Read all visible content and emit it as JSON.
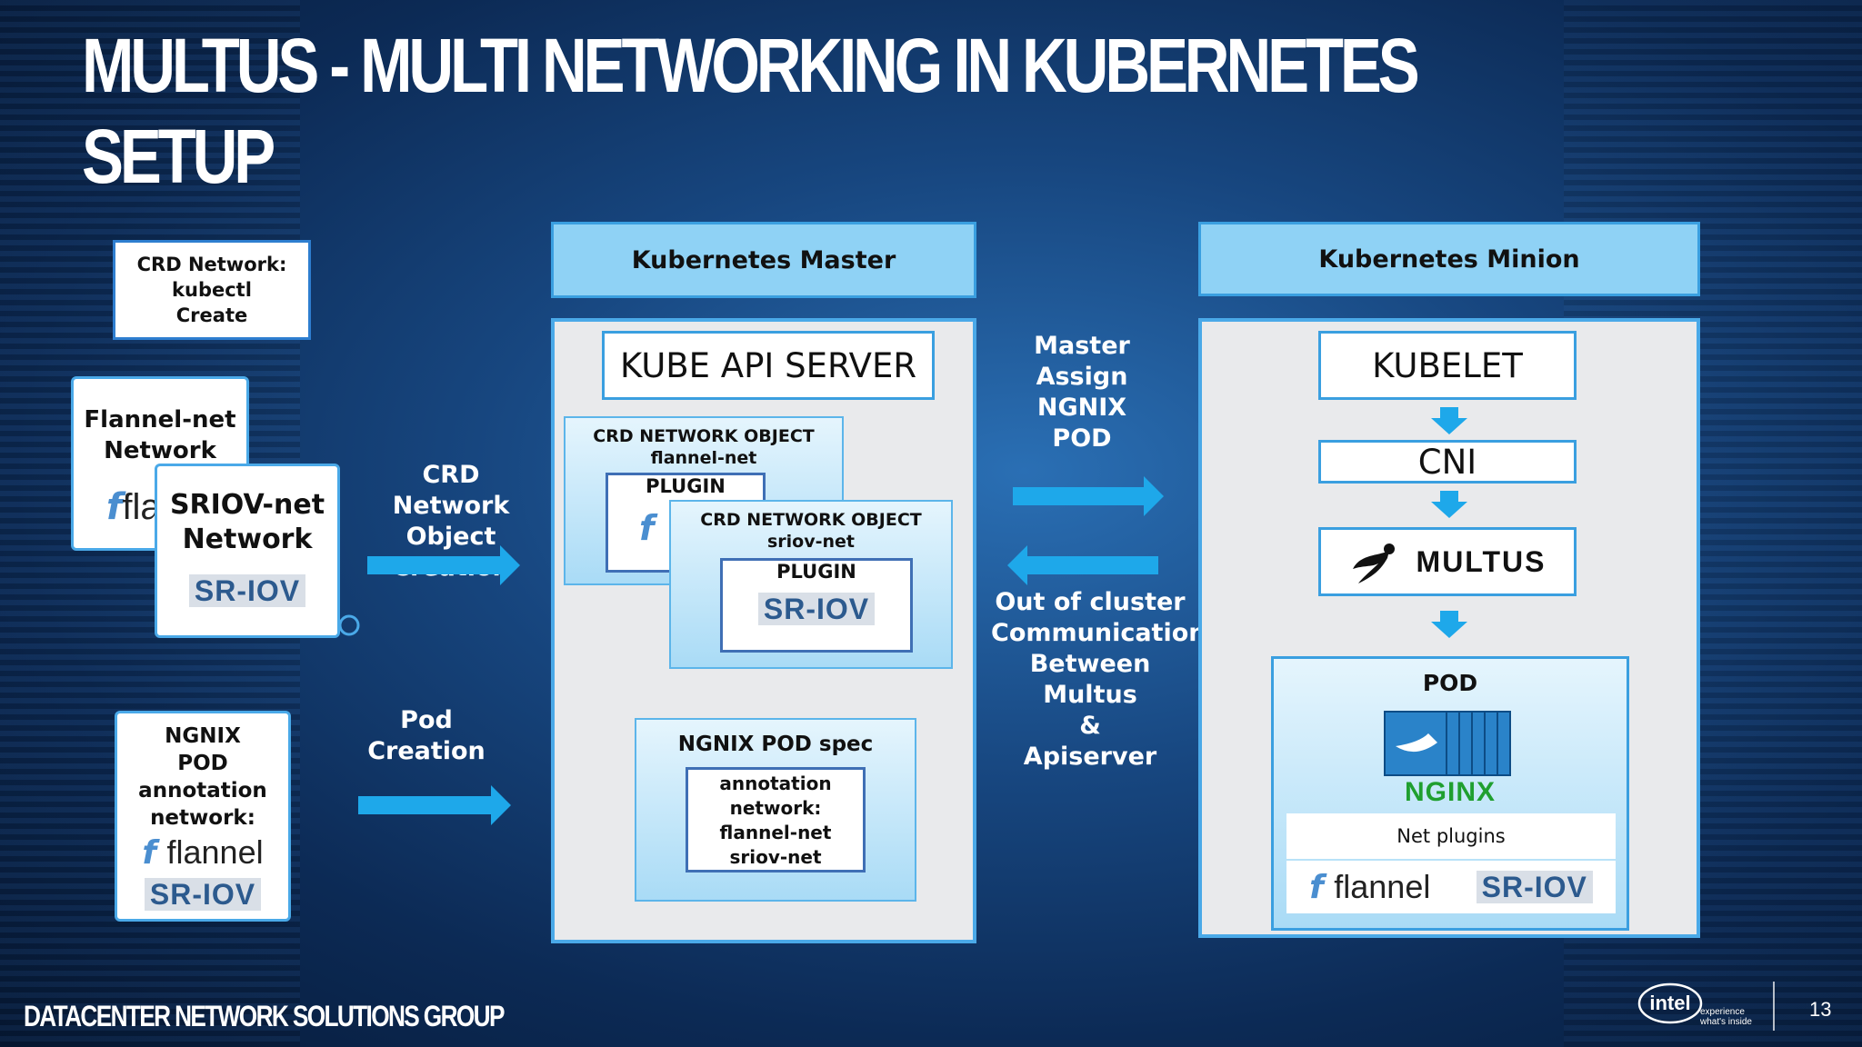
{
  "title": {
    "line1": "MULTUS - MULTI NETWORKING IN KUBERNETES",
    "line2": "SETUP"
  },
  "crd_note": {
    "line1": "CRD Network:",
    "line2": "kubectl",
    "line3": "Create"
  },
  "flannel_scroll": {
    "line1": "Flannel-net",
    "line2": "Network",
    "logo_partial": "fla"
  },
  "sriov_scroll": {
    "line1": "SRIOV-net",
    "line2": "Network",
    "logo": "SR-IOV"
  },
  "ngnix_scroll": {
    "line1": "NGNIX",
    "line2": "POD",
    "line3": "annotation",
    "line4": "network:",
    "flannel_logo": "flannel",
    "sriov_logo": "SR-IOV"
  },
  "arrow_labels": {
    "crd_creation": [
      "CRD Network",
      "Object",
      "Creation"
    ],
    "pod_creation": [
      "Pod",
      "Creation"
    ],
    "master_assign": [
      "Master",
      "Assign",
      "NGNIX",
      "POD"
    ],
    "out_of_cluster": [
      "Out of cluster",
      "Communication",
      "Between Multus",
      "&",
      "Apiserver"
    ]
  },
  "master": {
    "header": "Kubernetes Master",
    "api_server": "KUBE API SERVER",
    "crd_flannel": {
      "title": "CRD NETWORK  OBJECT",
      "name": "flannel-net",
      "plugin": "PLUGIN"
    },
    "crd_sriov": {
      "title": "CRD NETWORK  OBJECT",
      "name": "sriov-net",
      "plugin": "PLUGIN",
      "logo": "SR-IOV"
    },
    "pod_spec": {
      "title": "NGNIX POD spec",
      "lines": [
        "annotation",
        "network:",
        "flannel-net",
        "sriov-net"
      ]
    }
  },
  "minion": {
    "header": "Kubernetes Minion",
    "kubelet": "KUBELET",
    "cni": "CNI",
    "multus": "MULTUS",
    "pod": {
      "title": "POD",
      "nginx": "NGINX",
      "net_plugins": "Net plugins",
      "flannel": "flannel",
      "sriov": "SR-IOV"
    }
  },
  "footer": {
    "group": "DATACENTER NETWORK SOLUTIONS GROUP",
    "intel": "intel",
    "tagline1": "experience",
    "tagline2": "what's inside",
    "page": "13"
  },
  "colors": {
    "arrow": "#1ea8ea",
    "header_fill": "#8fd2f5",
    "panel_border": "#4aa9e8"
  }
}
